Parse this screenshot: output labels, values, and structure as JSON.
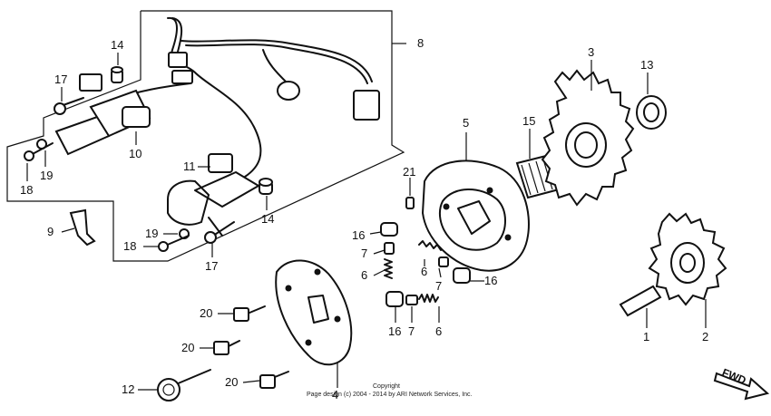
{
  "callouts": {
    "c1": "1",
    "c2": "2",
    "c3": "3",
    "c4": "4",
    "c5": "5",
    "c6a": "6",
    "c6b": "6",
    "c6c": "6",
    "c7a": "7",
    "c7b": "7",
    "c7c": "7",
    "c8": "8",
    "c9": "9",
    "c10": "10",
    "c11": "11",
    "c12": "12",
    "c13": "13",
    "c14a": "14",
    "c14b": "14",
    "c15": "15",
    "c16a": "16",
    "c16b": "16",
    "c16c": "16",
    "c17a": "17",
    "c17b": "17",
    "c18a": "18",
    "c18b": "18",
    "c19a": "19",
    "c19b": "19",
    "c20a": "20",
    "c20b": "20",
    "c20c": "20",
    "c21": "21"
  },
  "direction_label": "FWD",
  "footer": {
    "line1": "Copyright",
    "line2": "Page design (c) 2004 - 2014 by ARI Network Services, Inc."
  }
}
